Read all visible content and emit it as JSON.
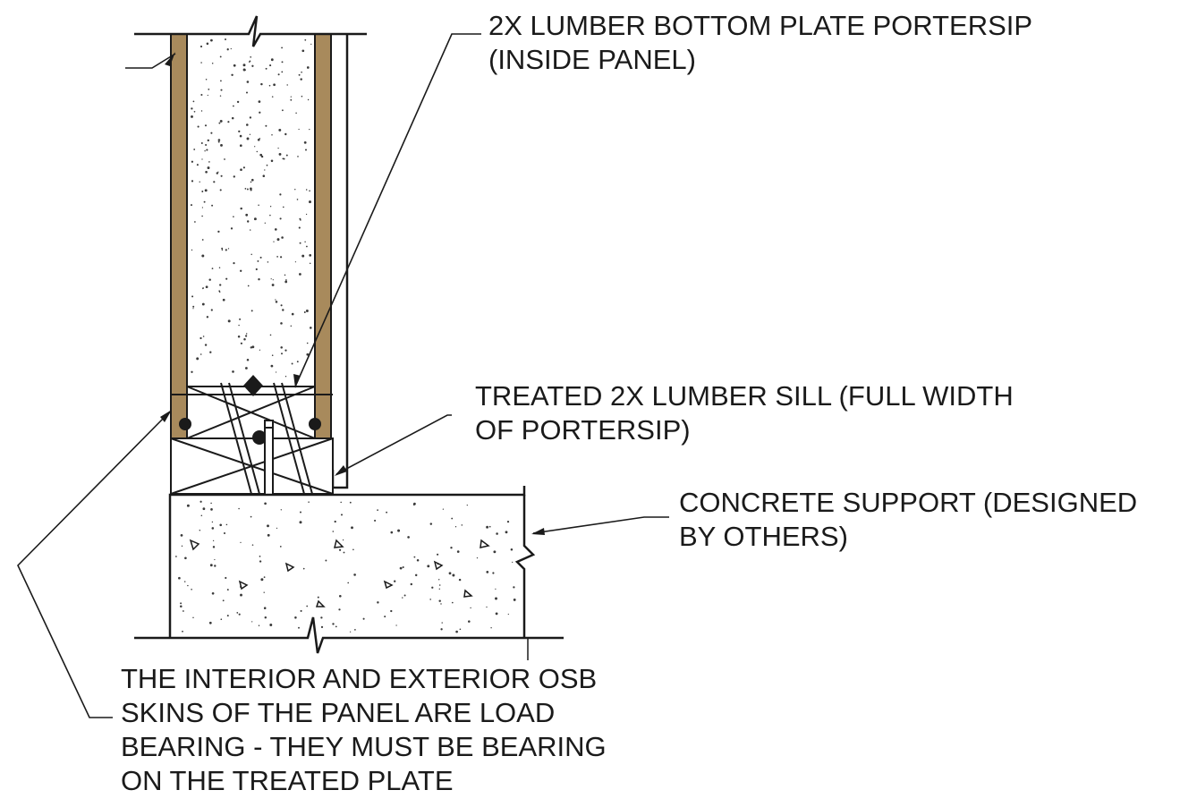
{
  "callouts": {
    "bottom_plate": {
      "line1": "2X LUMBER BOTTOM PLATE PORTERSIP",
      "line2": "(INSIDE PANEL)"
    },
    "sill": {
      "line1": "TREATED 2X LUMBER SILL (FULL WIDTH",
      "line2": "OF PORTERSIP)"
    },
    "concrete": {
      "line1": "CONCRETE SUPPORT (DESIGNED",
      "line2": "BY OTHERS)"
    },
    "osb": {
      "line1": "THE INTERIOR AND EXTERIOR OSB",
      "line2": "SKINS OF THE PANEL ARE LOAD",
      "line3": "BEARING - THEY MUST BE BEARING",
      "line4": "ON THE TREATED PLATE"
    }
  },
  "colors": {
    "osb_skin": "#a88a5c",
    "linework": "#1a1a1a",
    "background": "#ffffff"
  }
}
